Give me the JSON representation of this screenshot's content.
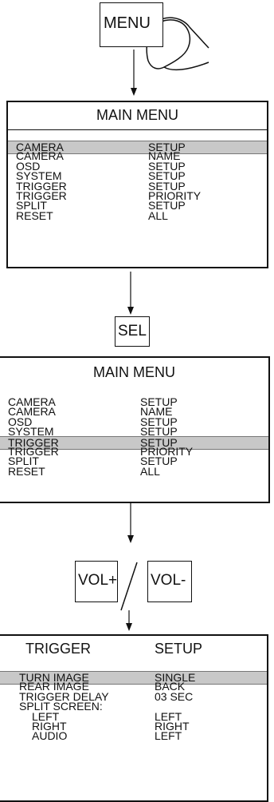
{
  "menu_button": {
    "label": "MENU"
  },
  "sel_button": {
    "label": "SEL"
  },
  "vol_plus_button": {
    "label": "VOL+"
  },
  "vol_minus_button": {
    "label": "VOL-"
  },
  "panel1": {
    "title": "MAIN MENU",
    "rows": [
      {
        "c1": "CAMERA",
        "c2": "SETUP"
      },
      {
        "c1": "CAMERA",
        "c2": "NAME"
      },
      {
        "c1": "OSD",
        "c2": "SETUP"
      },
      {
        "c1": "SYSTEM",
        "c2": "SETUP"
      },
      {
        "c1": "TRIGGER",
        "c2": "SETUP"
      },
      {
        "c1": "TRIGGER",
        "c2": "PRIORITY"
      },
      {
        "c1": "SPLIT",
        "c2": "SETUP"
      },
      {
        "c1": "RESET",
        "c2": "ALL"
      }
    ],
    "highlighted_row": 0
  },
  "panel2": {
    "title": "MAIN MENU",
    "rows": [
      {
        "c1": "CAMERA",
        "c2": "SETUP"
      },
      {
        "c1": "CAMERA",
        "c2": "NAME"
      },
      {
        "c1": "OSD",
        "c2": "SETUP"
      },
      {
        "c1": "SYSTEM",
        "c2": "SETUP"
      },
      {
        "c1": "TRIGGER",
        "c2": "SETUP"
      },
      {
        "c1": "TRIGGER",
        "c2": "PRIORITY"
      },
      {
        "c1": "SPLIT",
        "c2": "SETUP"
      },
      {
        "c1": "RESET",
        "c2": "ALL"
      }
    ],
    "highlighted_row": 4
  },
  "panel3": {
    "title_left": "TRIGGER",
    "title_right": "SETUP",
    "rows": [
      {
        "c1": "TURN IMAGE",
        "c2": "SINGLE"
      },
      {
        "c1": "REAR IMAGE",
        "c2": "BACK"
      },
      {
        "c1": "TRIGGER DELAY",
        "c2": "03 SEC"
      },
      {
        "c1": "SPLIT  SCREEN:",
        "c2": ""
      },
      {
        "c1": "LEFT",
        "c2": "LEFT"
      },
      {
        "c1": "RIGHT",
        "c2": "RIGHT"
      },
      {
        "c1": "AUDIO",
        "c2": "LEFT"
      }
    ],
    "highlighted_row": 0
  }
}
